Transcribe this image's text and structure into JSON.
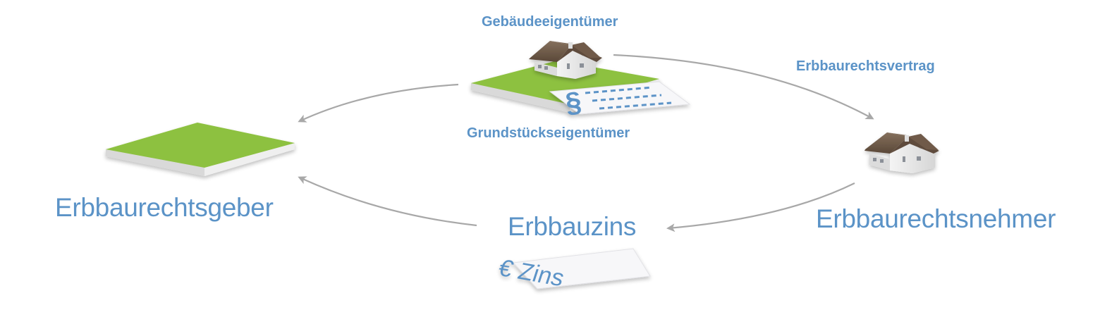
{
  "diagram": {
    "labels": {
      "building_owner": "Gebäudeeigentümer",
      "land_owner": "Grundstückseigentümer",
      "contract": "Erbbaurechtsvertrag",
      "grantor": "Erbbaurechtsgeber",
      "holder": "Erbbaurechtsnehmer",
      "ground_rent": "Erbbauzins"
    },
    "icons": {
      "paragraph": "§",
      "euro_card": "€ Zins"
    },
    "colors": {
      "label": "#5b93c7",
      "arrow": "#a8a8a8",
      "grass_top": "#8dc13f",
      "roof": "#6f5a48",
      "wall": "#e9e9e9"
    }
  }
}
